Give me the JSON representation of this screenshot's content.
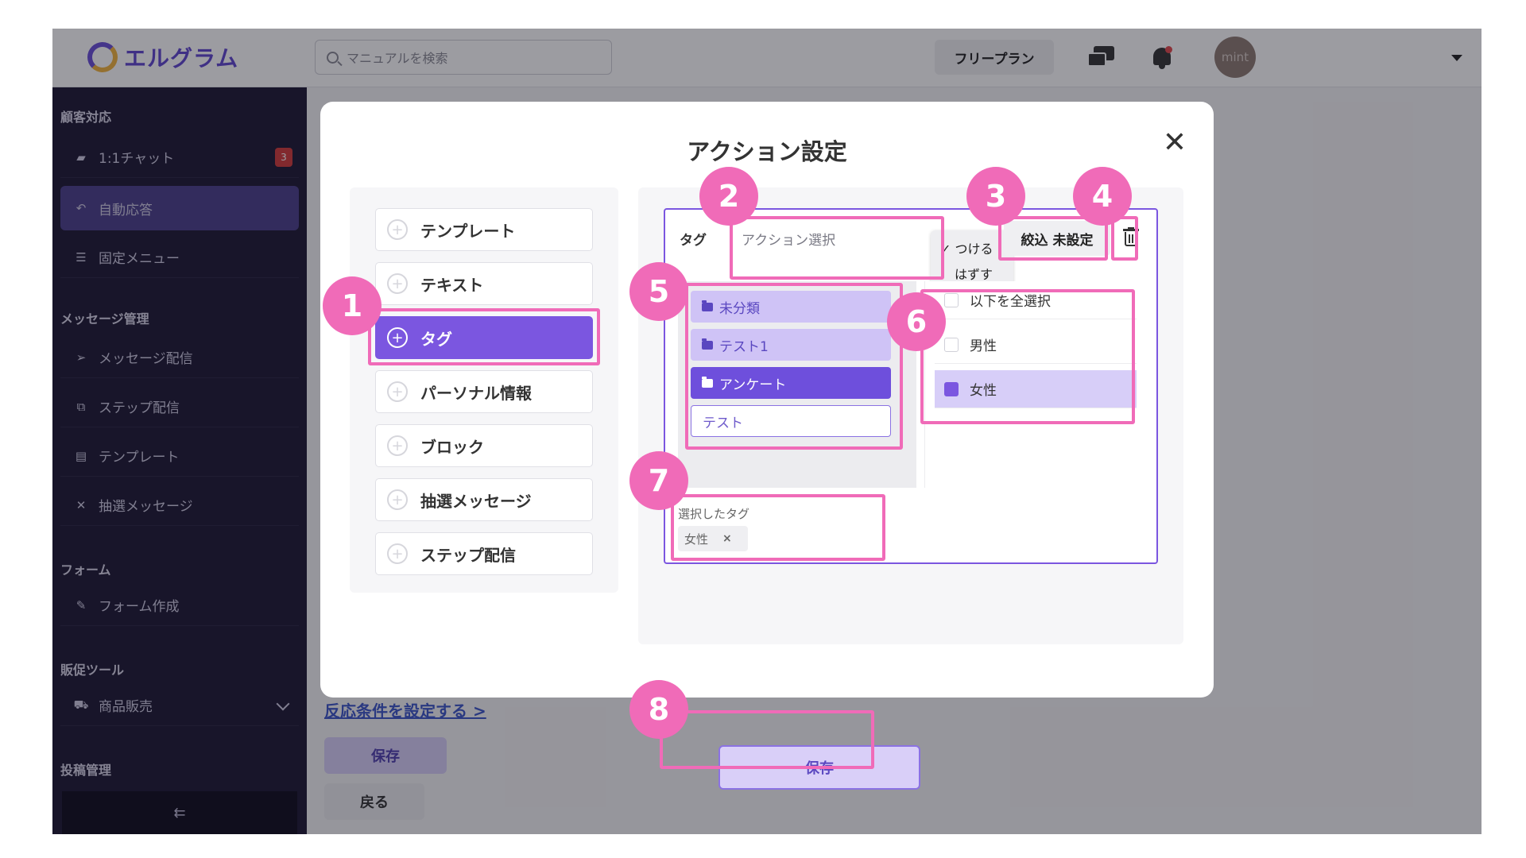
{
  "header": {
    "logo_text": "エルグラム",
    "search_placeholder": "マニュアルを検索",
    "plan_label": "フリープラン",
    "avatar_text": "mint"
  },
  "sidebar": {
    "sections": [
      {
        "title": "顧客対応"
      },
      {
        "title": "メッセージ管理"
      },
      {
        "title": "フォーム"
      },
      {
        "title": "販促ツール"
      },
      {
        "title": "投稿管理"
      }
    ],
    "items": [
      {
        "label": "1:1チャット",
        "badge": "3",
        "icon": "chat-icon"
      },
      {
        "label": "自動応答",
        "icon": "reply-icon",
        "active": true
      },
      {
        "label": "固定メニュー",
        "icon": "menu-icon"
      },
      {
        "label": "メッセージ配信",
        "icon": "send-icon"
      },
      {
        "label": "ステップ配信",
        "icon": "step-icon"
      },
      {
        "label": "テンプレート",
        "icon": "template-icon"
      },
      {
        "label": "抽選メッセージ",
        "icon": "shuffle-icon"
      },
      {
        "label": "フォーム作成",
        "icon": "form-icon"
      },
      {
        "label": "商品販売",
        "icon": "cart-icon"
      }
    ],
    "collapse_icon": "⇇"
  },
  "background": {
    "condition_link": "反応条件を設定する >",
    "save_label": "保存",
    "back_label": "戻る"
  },
  "modal": {
    "title": "アクション設定",
    "close_icon": "✕",
    "actions": [
      {
        "label": "テンプレート"
      },
      {
        "label": "テキスト"
      },
      {
        "label": "タグ",
        "selected": true
      },
      {
        "label": "パーソナル情報"
      },
      {
        "label": "ブロック"
      },
      {
        "label": "抽選メッセージ"
      },
      {
        "label": "ステップ配信"
      }
    ],
    "tag_card": {
      "label": "タグ",
      "action_select_placeholder": "アクション選択",
      "dropdown_options": [
        "✓ つける",
        "はずす"
      ],
      "filter_label": "絞込 未設定",
      "folders": [
        {
          "label": "未分類"
        },
        {
          "label": "テスト1"
        },
        {
          "label": "アンケート",
          "open": true
        },
        {
          "label": "テスト",
          "child": true
        }
      ],
      "tags": [
        {
          "label": "以下を全選択",
          "checked": false
        },
        {
          "label": "男性",
          "checked": false
        },
        {
          "label": "女性",
          "checked": true
        }
      ],
      "selected_label": "選択したタグ",
      "selected_chip": "女性",
      "chip_remove": "×"
    },
    "save_label": "保存"
  },
  "annotations": [
    "1",
    "2",
    "3",
    "4",
    "5",
    "6",
    "7",
    "8"
  ],
  "colors": {
    "accent": "#7b56e0",
    "highlight": "#f06bb8",
    "sidebar_bg": "#1c1832"
  }
}
